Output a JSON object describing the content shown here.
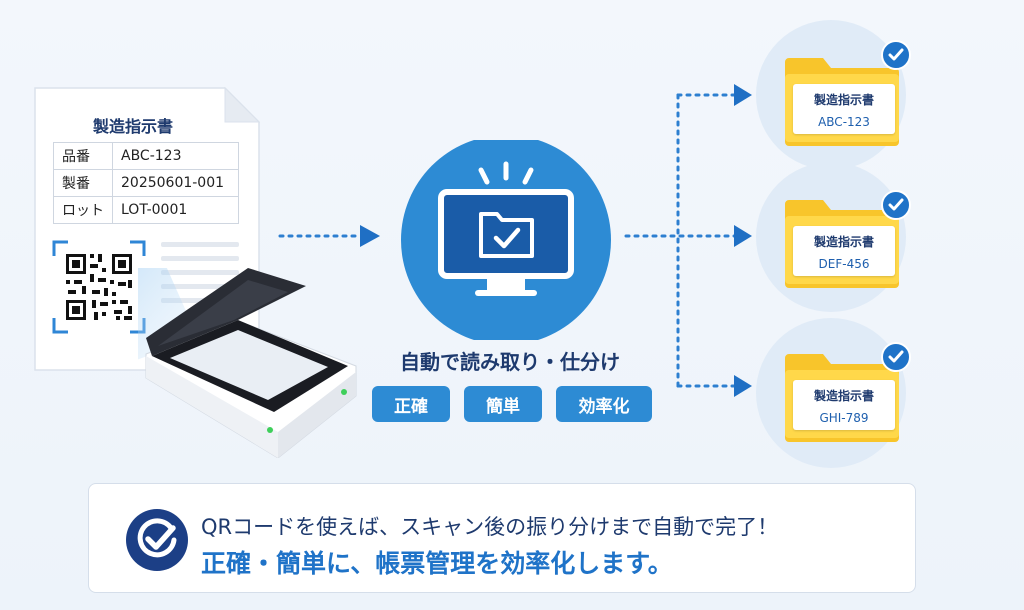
{
  "document": {
    "title": "製造指示書",
    "rows": [
      {
        "label": "品番",
        "value": "ABC-123"
      },
      {
        "label": "製番",
        "value": "20250601-001"
      },
      {
        "label": "ロット",
        "value": "LOT-0001"
      }
    ]
  },
  "process": {
    "caption": "自動で読み取り・仕分け",
    "tags": [
      "正確",
      "簡単",
      "効率化"
    ]
  },
  "folders": [
    {
      "title": "製造指示書",
      "code": "ABC-123"
    },
    {
      "title": "製造指示書",
      "code": "DEF-456"
    },
    {
      "title": "製造指示書",
      "code": "GHI-789"
    }
  ],
  "message": {
    "line1": "QRコードを使えば、スキャン後の振り分けまで自動で完了！",
    "line2": "正確・簡単に、帳票管理を効率化します。"
  },
  "colors": {
    "primary": "#2d8bd4",
    "navy": "#1e3a6e",
    "folder_yellow": "#ffd23f",
    "check_blue": "#1f73c8"
  },
  "icons": [
    "document-icon",
    "qr-code-icon",
    "scanner-icon",
    "monitor-icon",
    "folder-check-icon",
    "folder-icon",
    "check-icon",
    "check-circle-icon"
  ]
}
